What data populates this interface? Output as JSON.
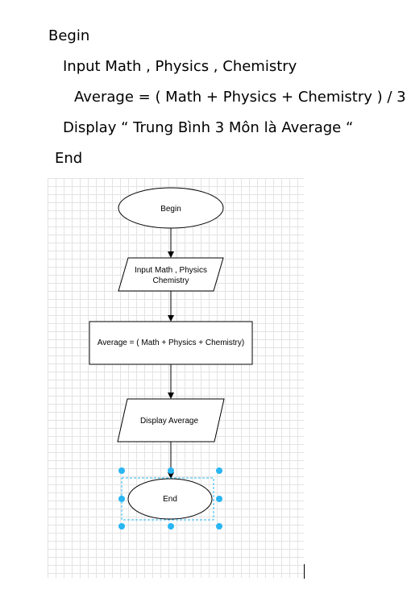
{
  "pseudocode": {
    "line1": "Begin",
    "line2": "Input  Math , Physics , Chemistry",
    "line3": "Average = ( Math + Physics + Chemistry ) / 3",
    "line4": "Display “ Trung Bình 3 Môn là Average “",
    "line5": "End"
  },
  "flowchart": {
    "begin_label": "Begin",
    "input_label_1": "Input  Math , Physics",
    "input_label_2": "Chemistry",
    "process_label": "Average = ( Math + Physics + Chemistry)",
    "display_label": "Display  Average",
    "end_label": "End"
  },
  "colors": {
    "selection_handle": "#29b6f2",
    "stroke": "#000000"
  }
}
